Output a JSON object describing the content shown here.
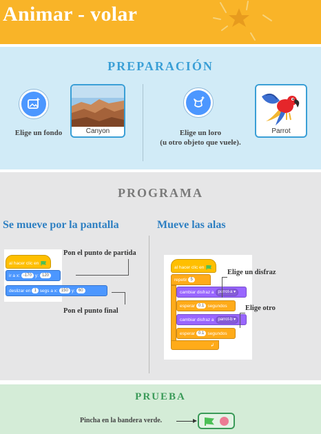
{
  "header": {
    "title": "Animar - volar"
  },
  "preparacion": {
    "title": "PREPARACIÓN",
    "backdrop": {
      "icon": "choose-backdrop-icon",
      "thumb_label": "Canyon",
      "caption": "Elige un fondo"
    },
    "sprite": {
      "icon": "choose-sprite-icon",
      "thumb_label": "Parrot",
      "caption_line1": "Elige un loro",
      "caption_line2": "(u otro objeto que vuele)."
    }
  },
  "programa": {
    "title": "PROGRAMA",
    "left": {
      "title": "Se mueve por la pantalla",
      "when_flag": "al hacer clic en",
      "goto": {
        "label": "ir a x:",
        "x": "-170",
        "y_label": "y:",
        "y": "120"
      },
      "glide": {
        "label": "deslizar en",
        "secs": "1",
        "secs_label": "segs a x:",
        "x": "150",
        "y_label": "y:",
        "y": "60"
      },
      "annot_start": "Pon el punto de partida",
      "annot_end": "Pon el punto final"
    },
    "right": {
      "title": "Mueve las alas",
      "when_flag": "al hacer clic en",
      "repeat": {
        "label": "repetir",
        "count": "5"
      },
      "switch1": {
        "label": "cambiar disfraz a",
        "value": "parrot-a ▾"
      },
      "wait1": {
        "label": "esperar",
        "value": "0.1",
        "unit": "segundos"
      },
      "switch2": {
        "label": "cambiar disfraz a",
        "value": "parrot-b ▾"
      },
      "wait2": {
        "label": "esperar",
        "value": "0.1",
        "unit": "segundos"
      },
      "loop_arrow": "↲",
      "annot_costume": "Elige un disfraz",
      "annot_other": "Elige otro"
    }
  },
  "prueba": {
    "title": "PRUEBA",
    "caption": "Pincha en la bandera verde."
  },
  "colors": {
    "header": "#f9b428",
    "prep_bg": "#d1ebf7",
    "prog_bg": "#e6e6e7",
    "test_bg": "#d4ecd7",
    "accent_blue": "#2d7fc2"
  }
}
